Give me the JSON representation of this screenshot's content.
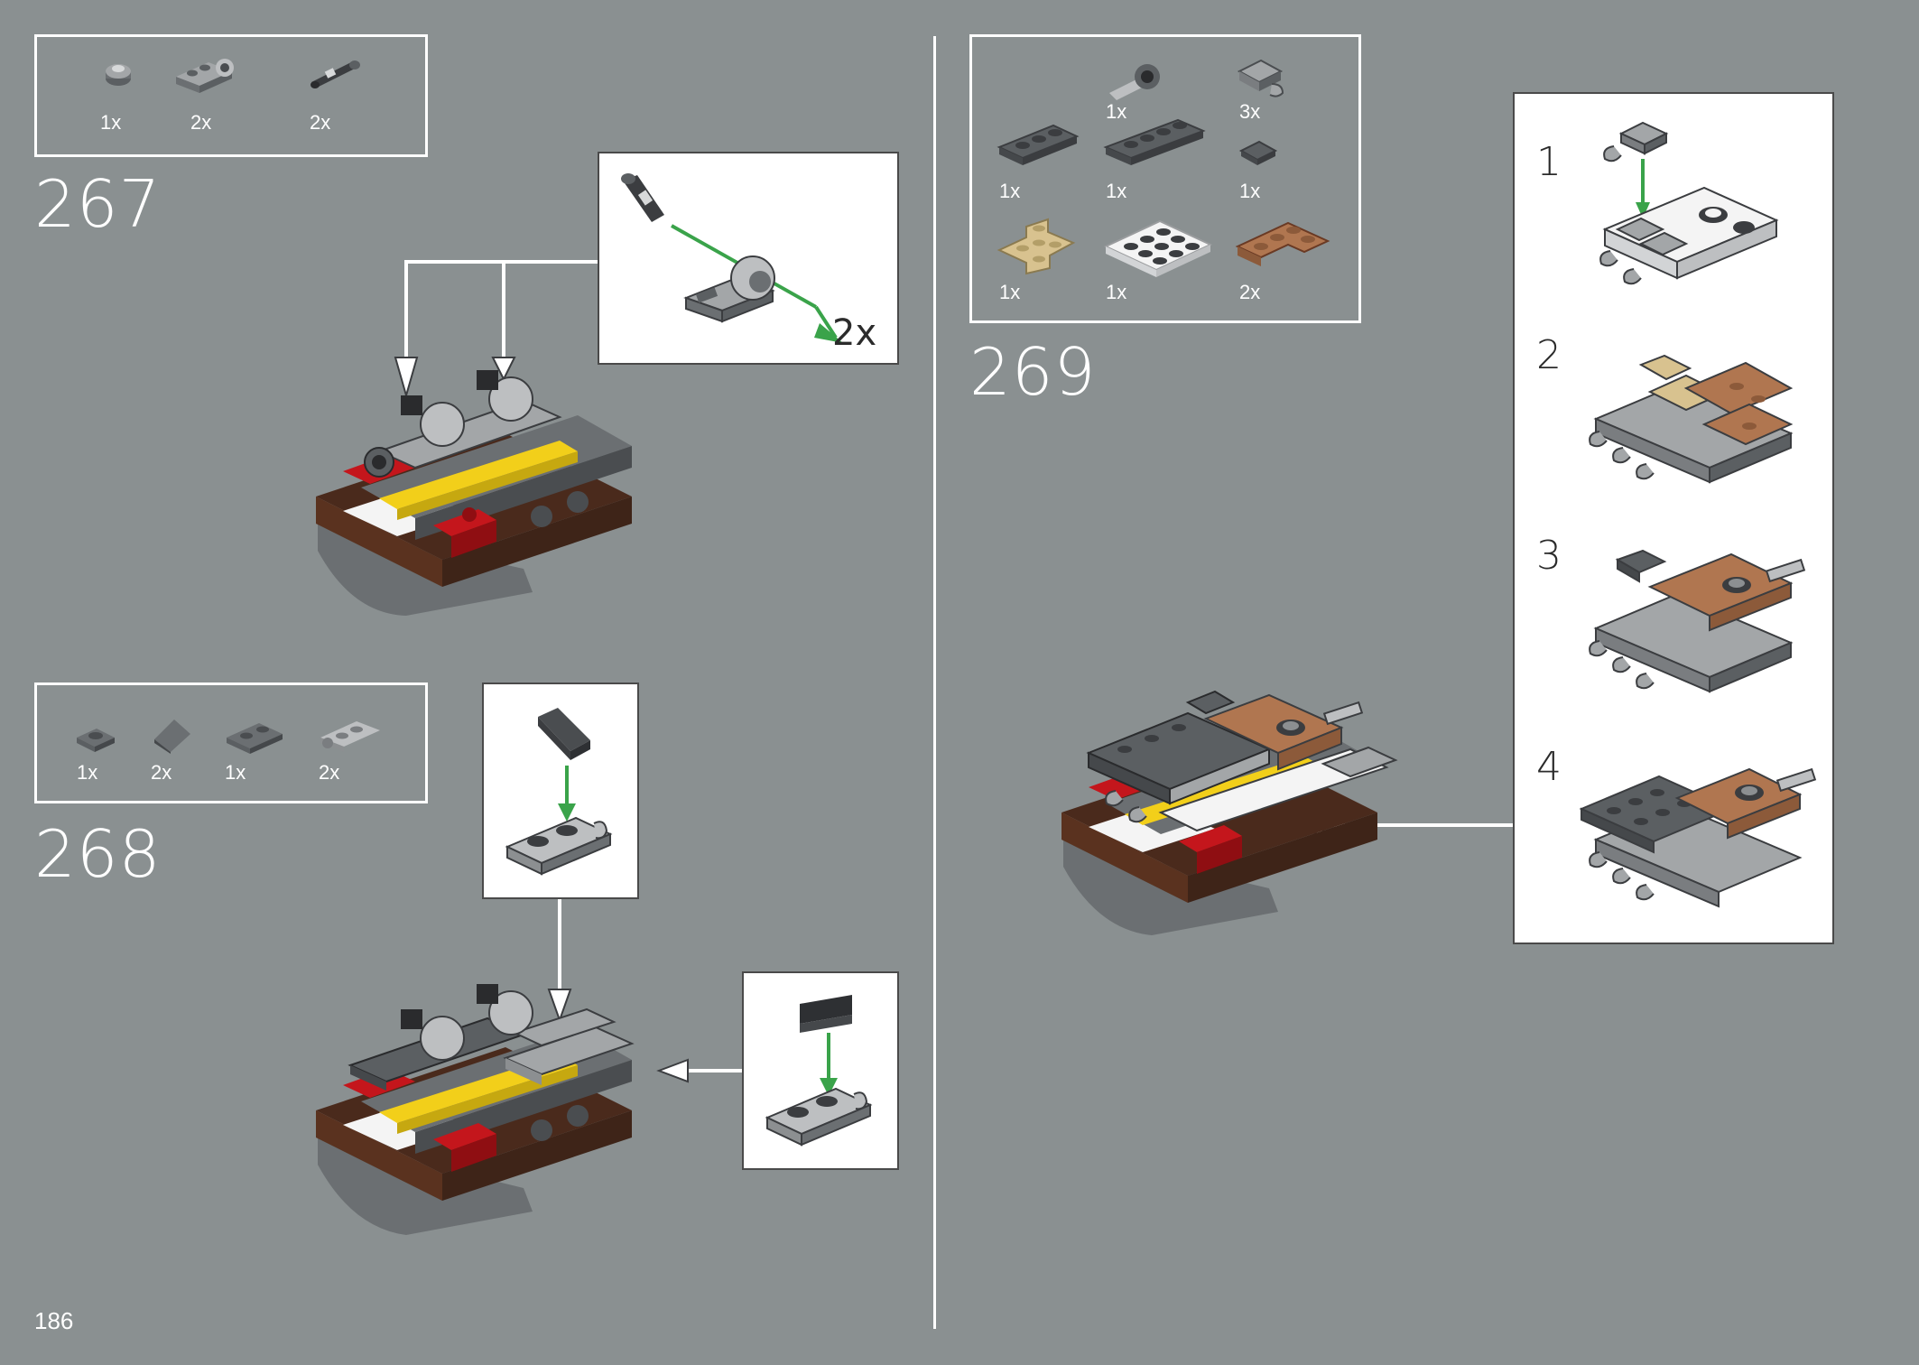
{
  "page_number": "186",
  "steps": [
    {
      "number": "267",
      "parts": [
        {
          "icon": "round-plate-1x1-icon",
          "qty": "1x"
        },
        {
          "icon": "plate-with-pin-hole-icon",
          "qty": "2x"
        },
        {
          "icon": "bar-with-stud-icon",
          "qty": "2x"
        }
      ],
      "callout_qty": "2x"
    },
    {
      "number": "268",
      "parts": [
        {
          "icon": "plate-1x1-icon",
          "qty": "1x"
        },
        {
          "icon": "slope-1x1-icon",
          "qty": "2x"
        },
        {
          "icon": "plate-1x2-icon",
          "qty": "1x"
        },
        {
          "icon": "plate-with-clip-icon",
          "qty": "2x"
        }
      ]
    },
    {
      "number": "269",
      "parts": [
        {
          "icon": "plate-with-ball-socket-icon",
          "qty": "1x"
        },
        {
          "icon": "plate-with-clip-vertical-icon",
          "qty": "3x"
        },
        {
          "icon": "plate-1x3-dark-icon",
          "qty": "1x"
        },
        {
          "icon": "plate-1x4-dark-icon",
          "qty": "1x"
        },
        {
          "icon": "plate-1x1-dark-icon",
          "qty": "1x"
        },
        {
          "icon": "tan-cross-plate-icon",
          "qty": "1x"
        },
        {
          "icon": "white-plate-3x3-icon",
          "qty": "1x"
        },
        {
          "icon": "brown-corner-plate-icon",
          "qty": "2x"
        }
      ],
      "substeps": [
        "1",
        "2",
        "3",
        "4"
      ]
    }
  ],
  "colors": {
    "background": "#8a9091",
    "dark_gray": "#5b5f62",
    "light_gray": "#a3a6a8",
    "brown": "#6a3a24",
    "red": "#c4161c",
    "yellow": "#f2cf1a",
    "white": "#f4f4f4",
    "tan": "#d8c28f",
    "medium_nougat": "#b07650",
    "green_arrow": "#3aa34a"
  }
}
